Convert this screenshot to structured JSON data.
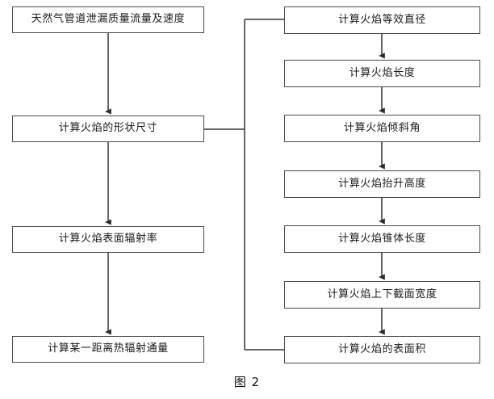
{
  "figure": {
    "caption": "图 2",
    "type": "flowchart",
    "colors": {
      "box_border": "#4a4a4a",
      "box_fill": "#ffffff",
      "connector": "#333333",
      "text": "#1a1a1a",
      "page_background": "#ffffff"
    }
  },
  "left_column": {
    "nodes": [
      {
        "id": "L1",
        "label": "天然气管道泄漏质量流量及速度"
      },
      {
        "id": "L2",
        "label": "计算火焰的形状尺寸"
      },
      {
        "id": "L3",
        "label": "计算火焰表面辐射率"
      },
      {
        "id": "L4",
        "label": "计算某一距离热辐射通量"
      }
    ]
  },
  "right_column": {
    "nodes": [
      {
        "id": "R1",
        "label": "计算火焰等效直径"
      },
      {
        "id": "R2",
        "label": "计算火焰长度"
      },
      {
        "id": "R3",
        "label": "计算火焰倾斜角"
      },
      {
        "id": "R4",
        "label": "计算火焰抬升高度"
      },
      {
        "id": "R5",
        "label": "计算火焰锥体长度"
      },
      {
        "id": "R6",
        "label": "计算火焰上下截面宽度"
      },
      {
        "id": "R7",
        "label": "计算火焰的表面积"
      }
    ]
  },
  "edges": [
    {
      "from": "L1",
      "to": "L2",
      "style": "arrow-down"
    },
    {
      "from": "L2",
      "to": "L3",
      "style": "arrow-down"
    },
    {
      "from": "L3",
      "to": "L4",
      "style": "arrow-down"
    },
    {
      "from": "R1",
      "to": "R2",
      "style": "arrow-down"
    },
    {
      "from": "R2",
      "to": "R3",
      "style": "arrow-down"
    },
    {
      "from": "R3",
      "to": "R4",
      "style": "arrow-down"
    },
    {
      "from": "R4",
      "to": "R5",
      "style": "arrow-down"
    },
    {
      "from": "R5",
      "to": "R6",
      "style": "arrow-down"
    },
    {
      "from": "R6",
      "to": "R7",
      "style": "arrow-down"
    },
    {
      "from": "L2",
      "to": "R1",
      "style": "elbow-bus"
    },
    {
      "from": "R7",
      "to": "L2",
      "style": "elbow-bus"
    }
  ]
}
